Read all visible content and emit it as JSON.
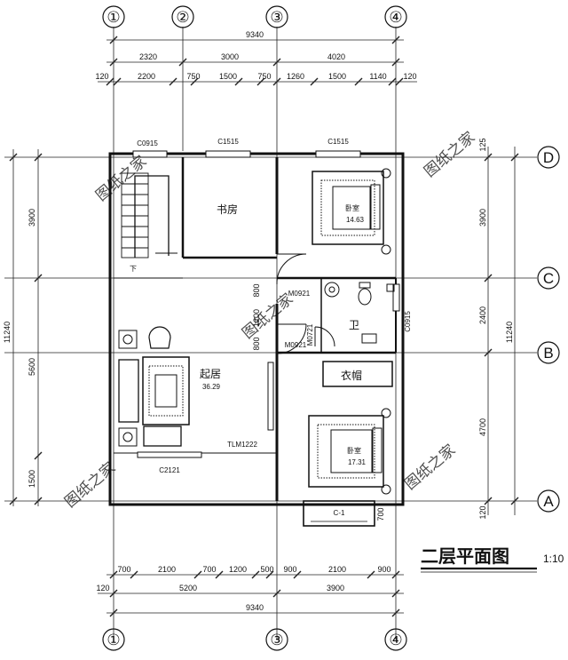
{
  "title": "二层平面图",
  "scale": "1:10",
  "axes_top": [
    "①",
    "②",
    "③",
    "④"
  ],
  "axes_bottom": [
    "①",
    "③",
    "④"
  ],
  "axes_right": [
    "D",
    "C",
    "B",
    "A"
  ],
  "top_dims": {
    "overall": "9340",
    "row1": [
      "2320",
      "3000",
      "4020"
    ],
    "row2": [
      "120",
      "2200",
      "750",
      "1500",
      "750",
      "1260",
      "1500",
      "1140",
      "120"
    ]
  },
  "bottom_dims": {
    "row1": [
      "700",
      "2100",
      "700",
      "1200",
      "500",
      "900",
      "2100",
      "900"
    ],
    "row2": [
      "120",
      "5200",
      "3900"
    ],
    "overall": "9340"
  },
  "left_dims": {
    "overall": "11240",
    "segments": [
      "3900",
      "5600",
      "1500"
    ]
  },
  "right_dims": {
    "overall": "11240",
    "segments": [
      "125",
      "3900",
      "2400",
      "4700",
      "120"
    ]
  },
  "inner_dims": [
    "800",
    "1200",
    "800",
    "700"
  ],
  "windows": [
    "C0915",
    "C1515",
    "C1515",
    "C0915",
    "C2121",
    "TLM1222",
    "C-1"
  ],
  "doors": [
    "M0921",
    "M0921",
    "M0721"
  ],
  "rooms": {
    "study": "书房",
    "bedroom1": "卧室",
    "bedroom1_area": "14.63",
    "bath": "卫",
    "living": "起居",
    "living_area": "36.29",
    "closet": "衣帽",
    "bedroom2": "卧室",
    "bedroom2_area": "17.31",
    "stair_down": "下"
  },
  "watermark": "图纸之家"
}
